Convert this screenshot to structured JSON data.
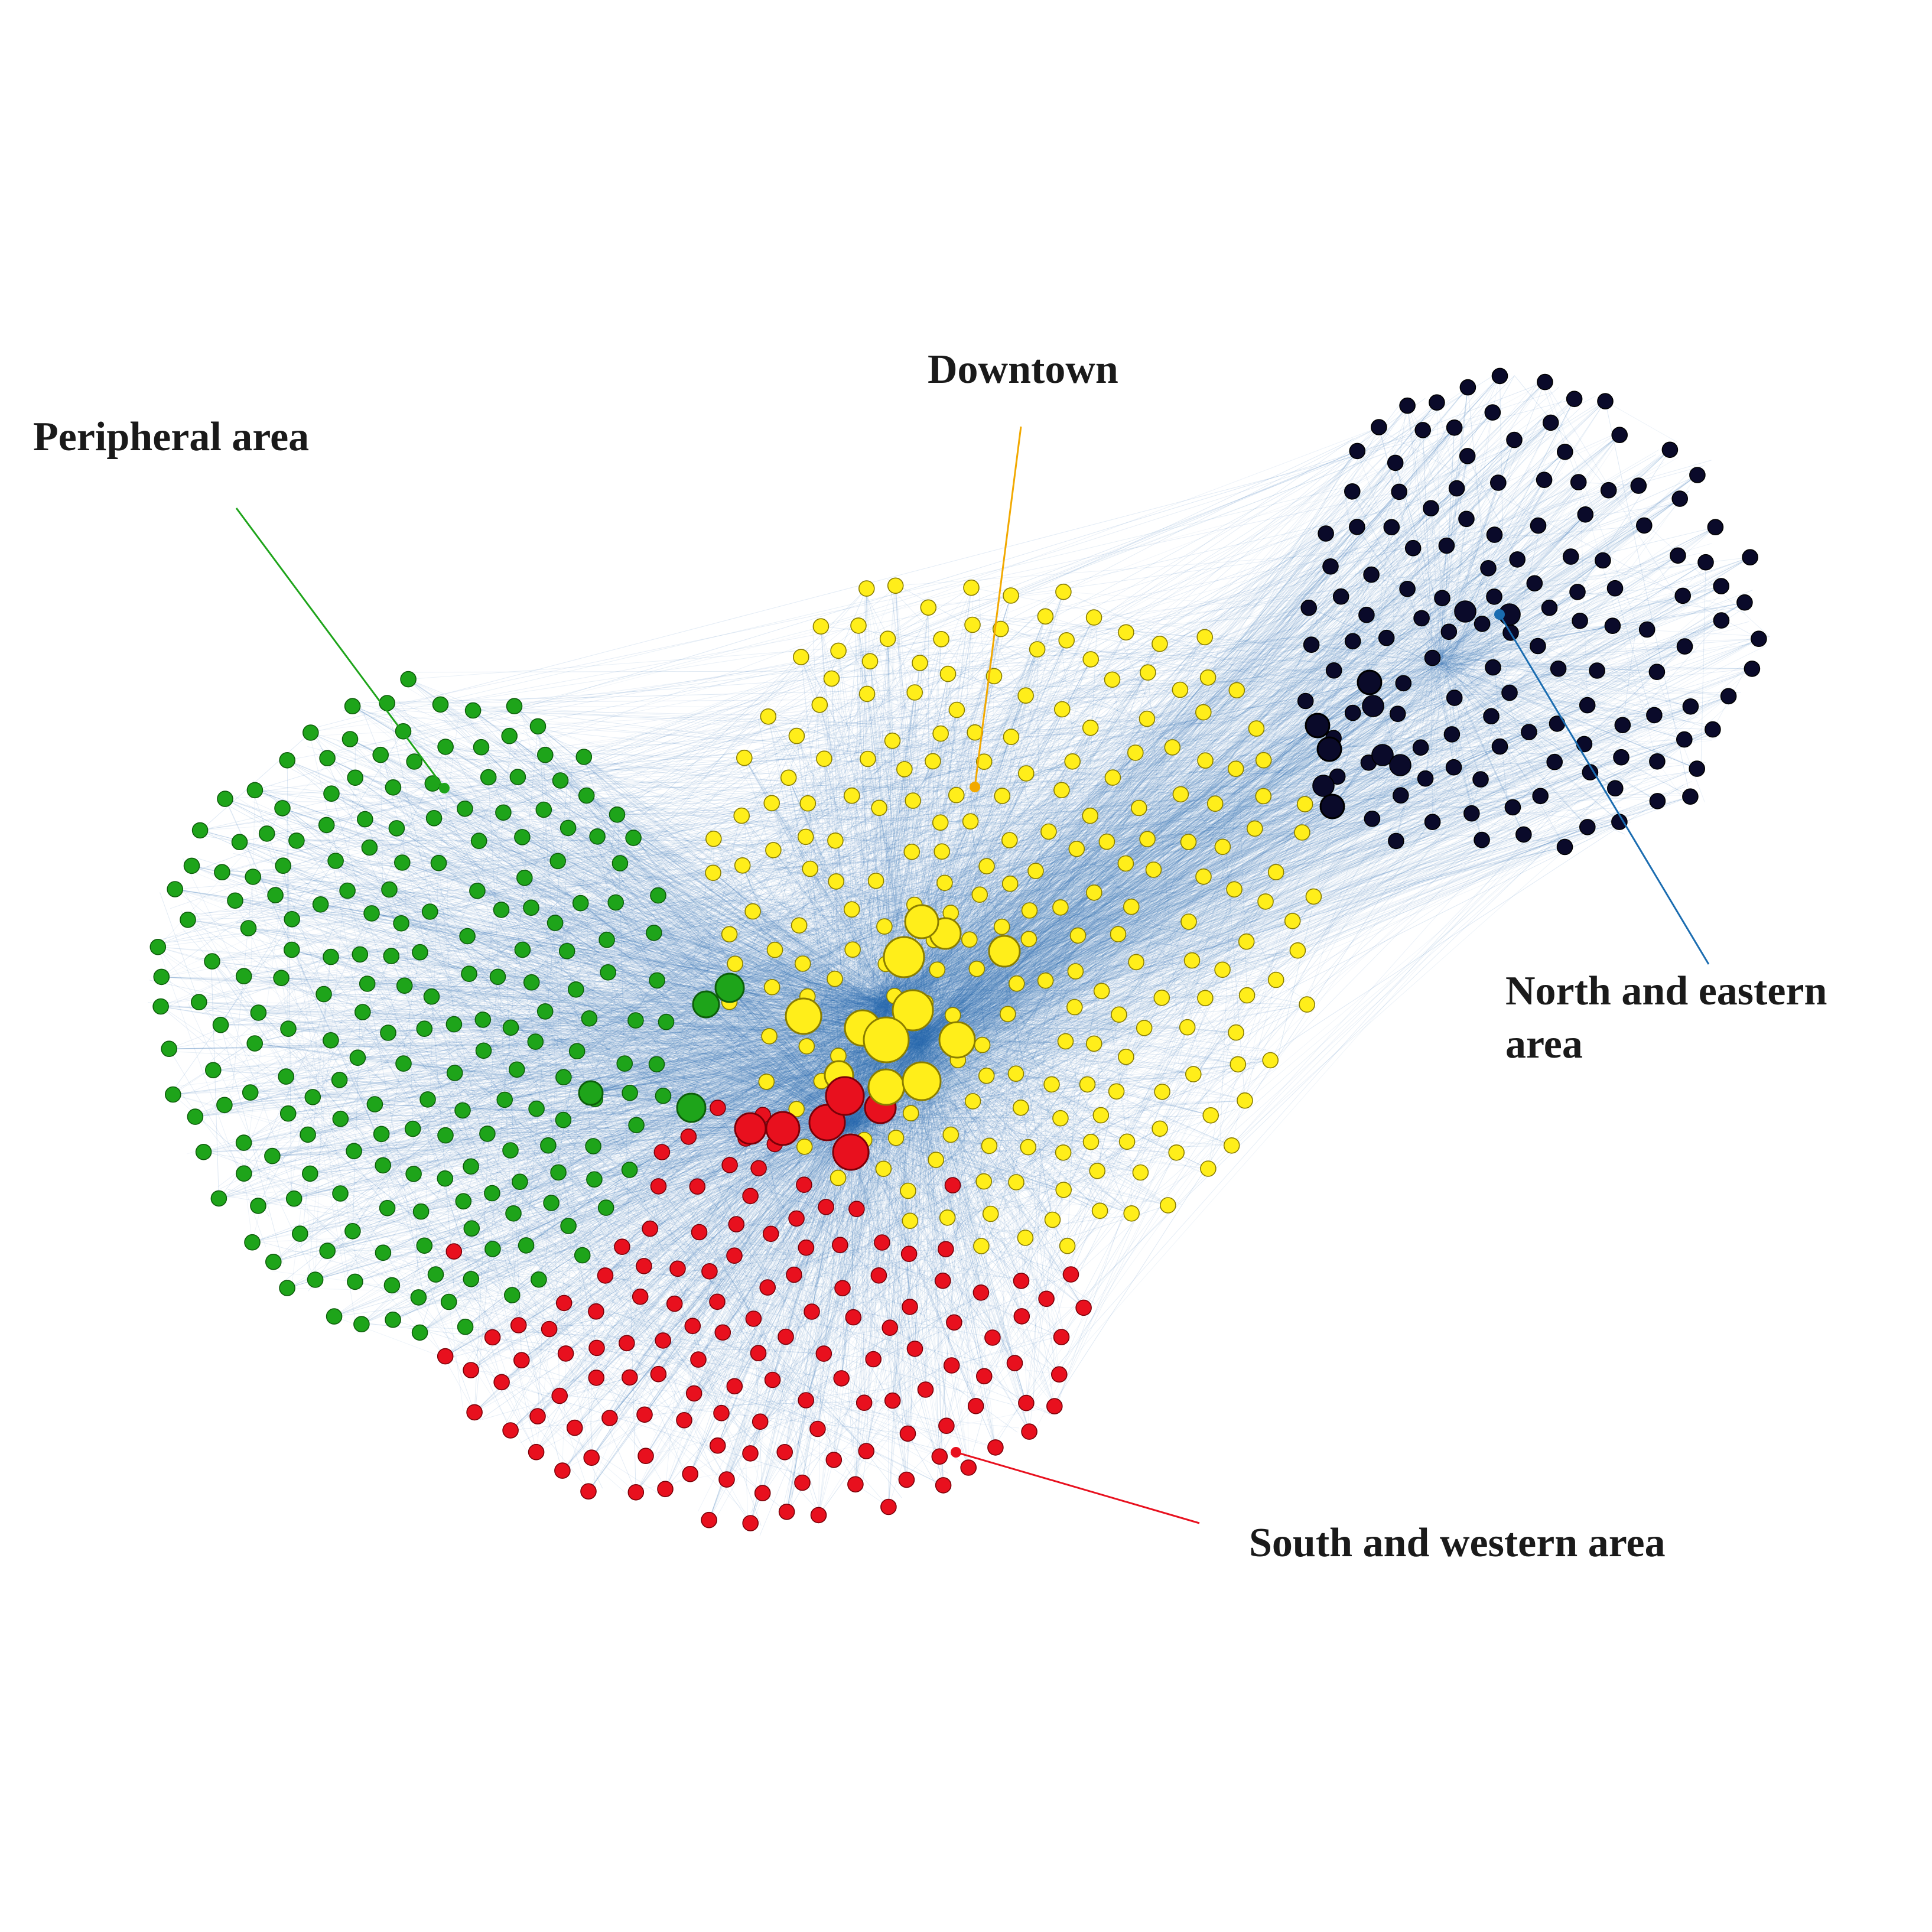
{
  "labels": {
    "peripheral": "Peripheral area",
    "downtown": "Downtown",
    "north_eastern_line1": "North and eastern",
    "north_eastern_line2": "area",
    "south_western": "South and western area"
  },
  "colors": {
    "peripheral": "#1ea41a",
    "downtown": "#ffee1a",
    "north_eastern": "#0a0a2a",
    "south_western": "#e8101e",
    "edge": "#2f6fb4",
    "background": "#ffffff"
  },
  "icons": {
    "peripheral": "network-node-icon",
    "downtown": "network-node-icon",
    "north_eastern": "network-node-icon",
    "south_western": "network-node-icon"
  },
  "communities": [
    {
      "id": "peripheral",
      "label_key": "peripheral"
    },
    {
      "id": "downtown",
      "label_key": "downtown"
    },
    {
      "id": "north_eastern",
      "label_key": "north_eastern_line1"
    },
    {
      "id": "south_western",
      "label_key": "south_western"
    }
  ]
}
